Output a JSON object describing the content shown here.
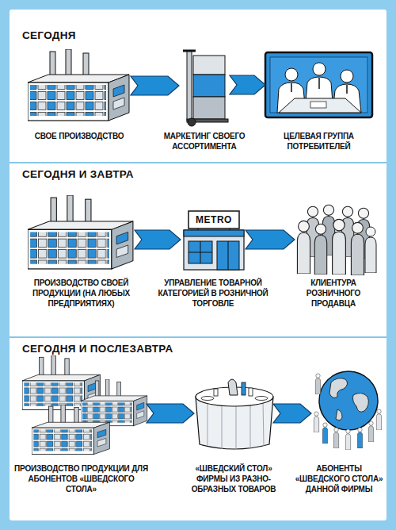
{
  "diagram": {
    "nodes": [
      {
        "text": [
          "СЕГОДНЯ"
        ]
      },
      {
        "text": [
          "СВОЕ ПРОИЗВОДСТВО"
        ],
        "in": 0
      },
      {
        "text": [
          "МАРКЕТИНГ СВОЕГО АССОРТИМЕНТА"
        ],
        "in": 0
      },
      {
        "text": [
          "ЦЕЛЕВАЯ ГРУППА ПОТРЕБИТЕЛЕЙ"
        ],
        "in": 0
      },
      {
        "text": [
          "СЕГОДНЯ И ЗАВТРА"
        ]
      },
      {
        "text": [
          "ПРОИЗВОДСТВО СВОЕЙ ПРОДУКЦИИ (НА ЛЮБЫХ ПРЕДПРИЯТИЯХ)"
        ],
        "in": 4
      },
      {
        "text": [
          "УПРАВЛЕНИЕ ТОВАРНОЙ КАТЕГОРИЕЙ В РОЗНИЧНОЙ ТОРГОВЛЕ"
        ],
        "in": 4
      },
      {
        "text": [
          "КЛИЕНТУРА РОЗНИЧНОГО ПРОДАВЦА"
        ],
        "in": 4
      },
      {
        "text": [
          "СЕГОДНЯ И ПОСЛЕЗАВТРА"
        ]
      },
      {
        "text": [
          "ПРОИЗВОДСТВО ПРОДУКЦИИ ДЛЯ АБОНЕНТОВ «ШВЕДСКОГО СТОЛА»"
        ],
        "in": 8
      },
      {
        "text": [
          "«ШВЕДСКИЙ СТОЛ» ФИРМЫ ИЗ РАЗНО- ОБРАЗНЫХ ТОВАРОВ"
        ],
        "in": 8
      },
      {
        "text": [
          "АБОНЕНТЫ «ШВЕДСКОГО СТОЛА» ДАННОЙ ФИРМЫ"
        ],
        "in": 8
      }
    ],
    "edges": [
      {
        "from": 1,
        "to": 2,
        "arrow": "to"
      },
      {
        "from": 2,
        "to": 3,
        "arrow": "to"
      },
      {
        "from": 5,
        "to": 6,
        "arrow": "to"
      },
      {
        "from": 6,
        "to": 7,
        "arrow": "to"
      },
      {
        "from": 9,
        "to": 10,
        "arrow": "to"
      },
      {
        "from": 10,
        "to": 11,
        "arrow": "to"
      }
    ],
    "labels": [
      "METRO"
    ]
  }
}
